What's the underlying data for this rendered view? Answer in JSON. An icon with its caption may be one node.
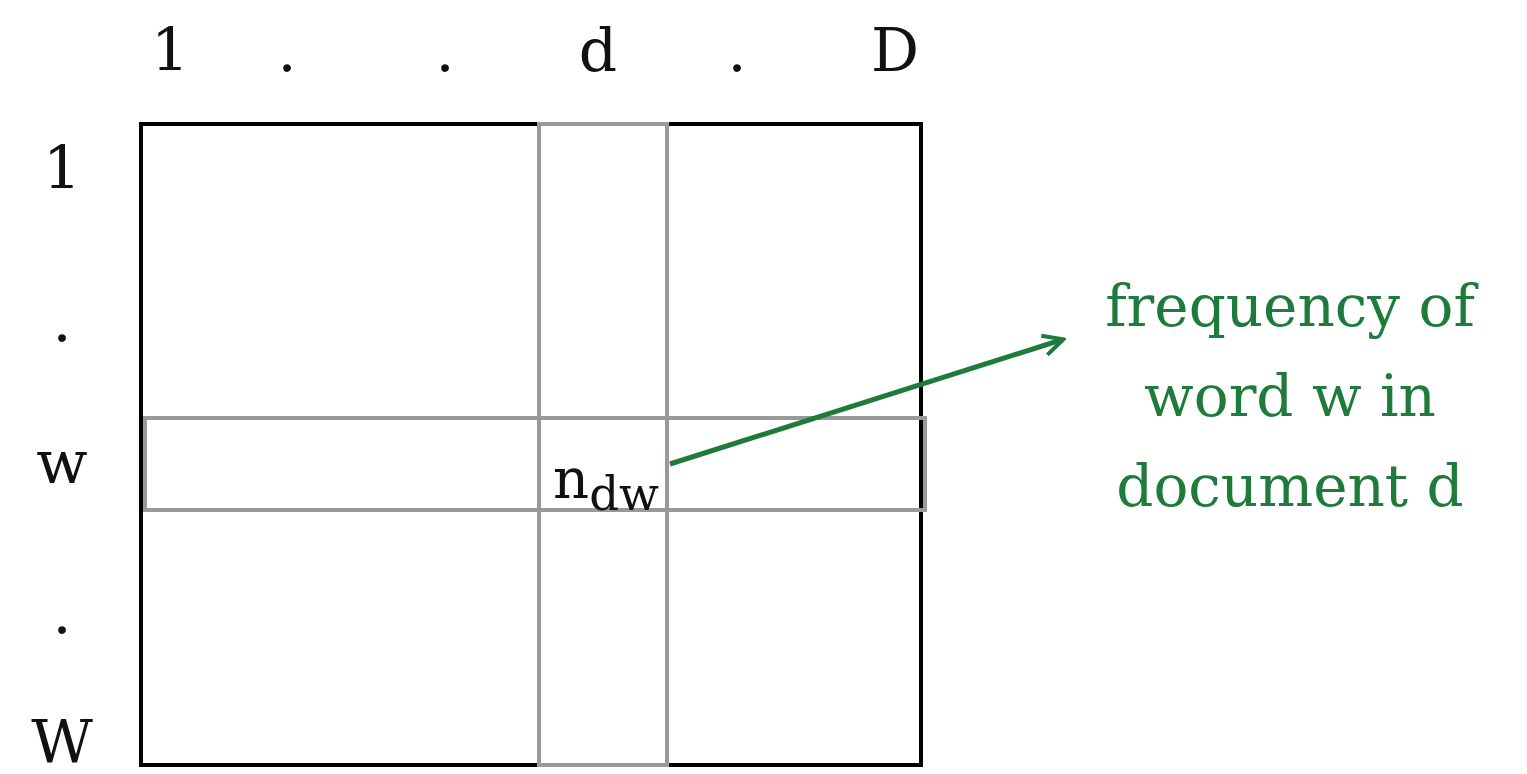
{
  "diagram": {
    "nodes": [
      {
        "text": [
          "n$_{dw}$"
        ]
      },
      {
        "text": [
          "frequency of word w  in document d"
        ]
      }
    ],
    "edges": [
      {
        "from": 0,
        "to": 1,
        "arrow": "to",
        "color": "#1e7b3c"
      }
    ],
    "labels": [
      "1",
      ".",
      ".",
      "d",
      ".",
      "D",
      "1",
      ".",
      "w",
      ".",
      "W"
    ]
  }
}
